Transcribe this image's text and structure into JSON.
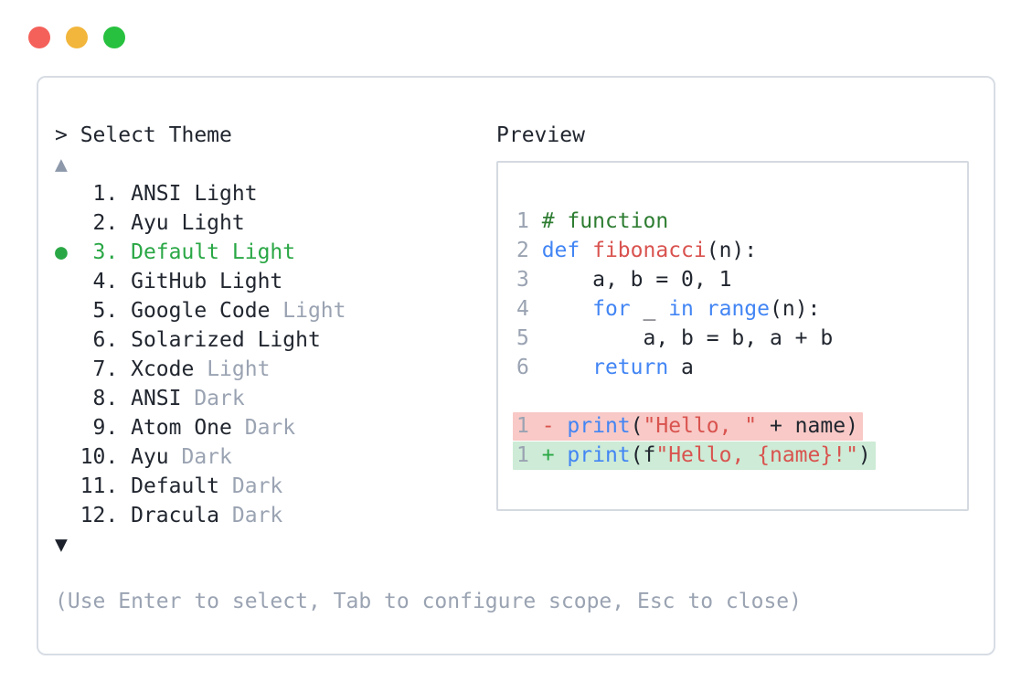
{
  "window": {
    "controls": {
      "close_color": "#f4615a",
      "minimize_color": "#f2b63c",
      "maximize_color": "#27c13f"
    }
  },
  "picker": {
    "prompt": "> Select Theme",
    "scroll_up_glyph": "▲",
    "scroll_down_glyph": "▼",
    "footer_hint": "(Use Enter to select, Tab to configure scope, Esc to close)"
  },
  "theme_list": {
    "selected_marker": "●",
    "items": [
      {
        "num": "1",
        "label": "ANSI Light",
        "muted": "",
        "selected": false
      },
      {
        "num": "2",
        "label": "Ayu Light",
        "muted": "",
        "selected": false
      },
      {
        "num": "3",
        "label": "Default Light",
        "muted": "",
        "selected": true
      },
      {
        "num": "4",
        "label": "GitHub Light",
        "muted": "",
        "selected": false
      },
      {
        "num": "5",
        "label": "Google Code",
        "muted": "Light",
        "selected": false
      },
      {
        "num": "6",
        "label": "Solarized Light",
        "muted": "",
        "selected": false
      },
      {
        "num": "7",
        "label": "Xcode",
        "muted": "Light",
        "selected": false
      },
      {
        "num": "8",
        "label": "ANSI",
        "muted": "Dark",
        "selected": false
      },
      {
        "num": "9",
        "label": "Atom One",
        "muted": "Dark",
        "selected": false
      },
      {
        "num": "10",
        "label": "Ayu",
        "muted": "Dark",
        "selected": false
      },
      {
        "num": "11",
        "label": "Default",
        "muted": "Dark",
        "selected": false
      },
      {
        "num": "12",
        "label": "Dracula",
        "muted": "Dark",
        "selected": false
      }
    ]
  },
  "preview": {
    "title": "Preview",
    "code_lines": [
      {
        "diff": "",
        "tokens": [
          [
            "1 ",
            "ln"
          ],
          [
            "# function",
            "comment"
          ]
        ]
      },
      {
        "diff": "",
        "tokens": [
          [
            "2 ",
            "ln"
          ],
          [
            "def",
            "kw"
          ],
          [
            " ",
            ""
          ],
          [
            "fibonacci",
            "fn"
          ],
          [
            "(n):",
            ""
          ]
        ]
      },
      {
        "diff": "",
        "tokens": [
          [
            "3 ",
            "ln"
          ],
          [
            "    a, b = 0, 1",
            ""
          ]
        ]
      },
      {
        "diff": "",
        "tokens": [
          [
            "4 ",
            "ln"
          ],
          [
            "    ",
            ""
          ],
          [
            "for",
            "kw"
          ],
          [
            " _ ",
            ""
          ],
          [
            "in",
            "kw"
          ],
          [
            " ",
            ""
          ],
          [
            "range",
            "kw"
          ],
          [
            "(n):",
            ""
          ]
        ]
      },
      {
        "diff": "",
        "tokens": [
          [
            "5 ",
            "ln"
          ],
          [
            "        a, b = b, a + b",
            ""
          ]
        ]
      },
      {
        "diff": "",
        "tokens": [
          [
            "6 ",
            "ln"
          ],
          [
            "    ",
            ""
          ],
          [
            "return",
            "kw"
          ],
          [
            " a",
            ""
          ]
        ]
      },
      {
        "diff": "",
        "tokens": []
      },
      {
        "diff": "removed",
        "tokens": [
          [
            "1 ",
            "ln"
          ],
          [
            "- ",
            "minus"
          ],
          [
            "print",
            "kw"
          ],
          [
            "(",
            ""
          ],
          [
            "\"Hello, \"",
            "str"
          ],
          [
            " + name)",
            ""
          ]
        ]
      },
      {
        "diff": "added",
        "tokens": [
          [
            "1 ",
            "ln"
          ],
          [
            "+ ",
            "plus"
          ],
          [
            "print",
            "kw"
          ],
          [
            "(f",
            ""
          ],
          [
            "\"Hello, {name}!\"",
            "str"
          ],
          [
            ")",
            ""
          ]
        ]
      }
    ]
  },
  "colors": {
    "accent_green": "#2aa745",
    "comment_green": "#2e7d32",
    "keyword_blue": "#4285f4",
    "string_red": "#d9534f",
    "muted_gray": "#9aa3b2",
    "text_dark": "#21262f",
    "removed_bg": "#f8c9c6",
    "added_bg": "#cdebd6"
  }
}
